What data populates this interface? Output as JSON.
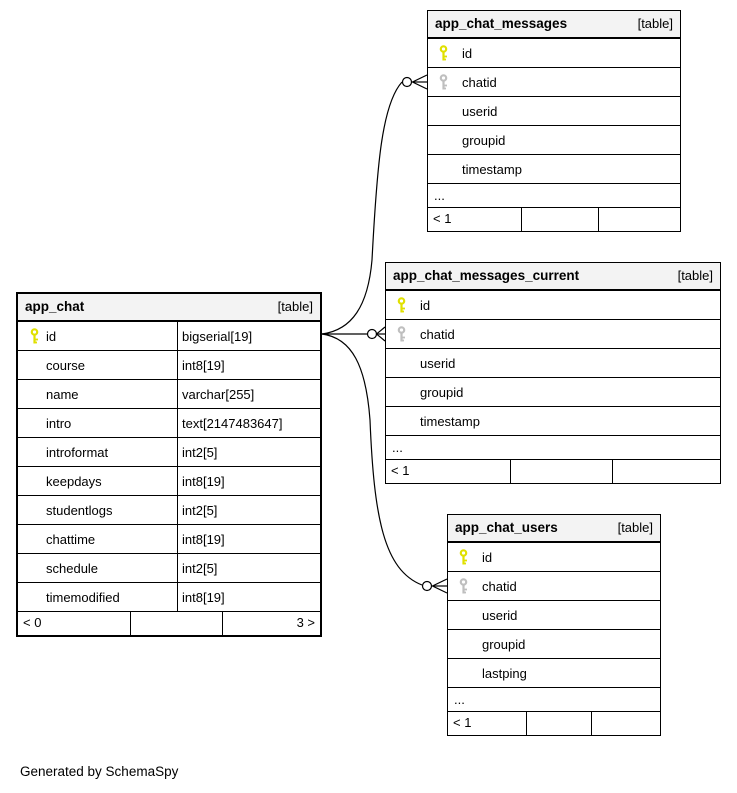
{
  "page": {
    "footer_note": "Generated by SchemaSpy"
  },
  "colors": {
    "primary_key": "#e0e000",
    "foreign_key": "#bfbfbf",
    "header_bg": "#f3f3f3",
    "line": "#000000"
  },
  "tables": [
    {
      "id": "app_chat_messages",
      "title": "app_chat_messages",
      "badge": "[table]",
      "emphasized": false,
      "columns": [
        {
          "name": "id",
          "key": "primary"
        },
        {
          "name": "chatid",
          "key": "foreign"
        },
        {
          "name": "userid",
          "key": ""
        },
        {
          "name": "groupid",
          "key": ""
        },
        {
          "name": "timestamp",
          "key": ""
        }
      ],
      "ellipsis": "...",
      "footer": [
        "< 1",
        "",
        ""
      ]
    },
    {
      "id": "app_chat_messages_current",
      "title": "app_chat_messages_current",
      "badge": "[table]",
      "emphasized": false,
      "columns": [
        {
          "name": "id",
          "key": "primary"
        },
        {
          "name": "chatid",
          "key": "foreign"
        },
        {
          "name": "userid",
          "key": ""
        },
        {
          "name": "groupid",
          "key": ""
        },
        {
          "name": "timestamp",
          "key": ""
        }
      ],
      "ellipsis": "...",
      "footer": [
        "< 1",
        "",
        ""
      ]
    },
    {
      "id": "app_chat_users",
      "title": "app_chat_users",
      "badge": "[table]",
      "emphasized": false,
      "columns": [
        {
          "name": "id",
          "key": "primary"
        },
        {
          "name": "chatid",
          "key": "foreign"
        },
        {
          "name": "userid",
          "key": ""
        },
        {
          "name": "groupid",
          "key": ""
        },
        {
          "name": "lastping",
          "key": ""
        }
      ],
      "ellipsis": "...",
      "footer": [
        "< 1",
        "",
        ""
      ]
    },
    {
      "id": "app_chat",
      "title": "app_chat",
      "badge": "[table]",
      "emphasized": true,
      "columns": [
        {
          "name": "id",
          "type": "bigserial[19]",
          "key": "primary"
        },
        {
          "name": "course",
          "type": "int8[19]",
          "key": ""
        },
        {
          "name": "name",
          "type": "varchar[255]",
          "key": ""
        },
        {
          "name": "intro",
          "type": "text[2147483647]",
          "key": ""
        },
        {
          "name": "introformat",
          "type": "int2[5]",
          "key": ""
        },
        {
          "name": "keepdays",
          "type": "int8[19]",
          "key": ""
        },
        {
          "name": "studentlogs",
          "type": "int2[5]",
          "key": ""
        },
        {
          "name": "chattime",
          "type": "int8[19]",
          "key": ""
        },
        {
          "name": "schedule",
          "type": "int2[5]",
          "key": ""
        },
        {
          "name": "timemodified",
          "type": "int8[19]",
          "key": ""
        }
      ],
      "ellipsis": "",
      "footer": [
        "< 0",
        "",
        "3 >"
      ]
    }
  ],
  "relationships": [
    {
      "from": "app_chat.id",
      "to": "app_chat_messages.chatid"
    },
    {
      "from": "app_chat.id",
      "to": "app_chat_messages_current.chatid"
    },
    {
      "from": "app_chat.id",
      "to": "app_chat_users.chatid"
    }
  ]
}
